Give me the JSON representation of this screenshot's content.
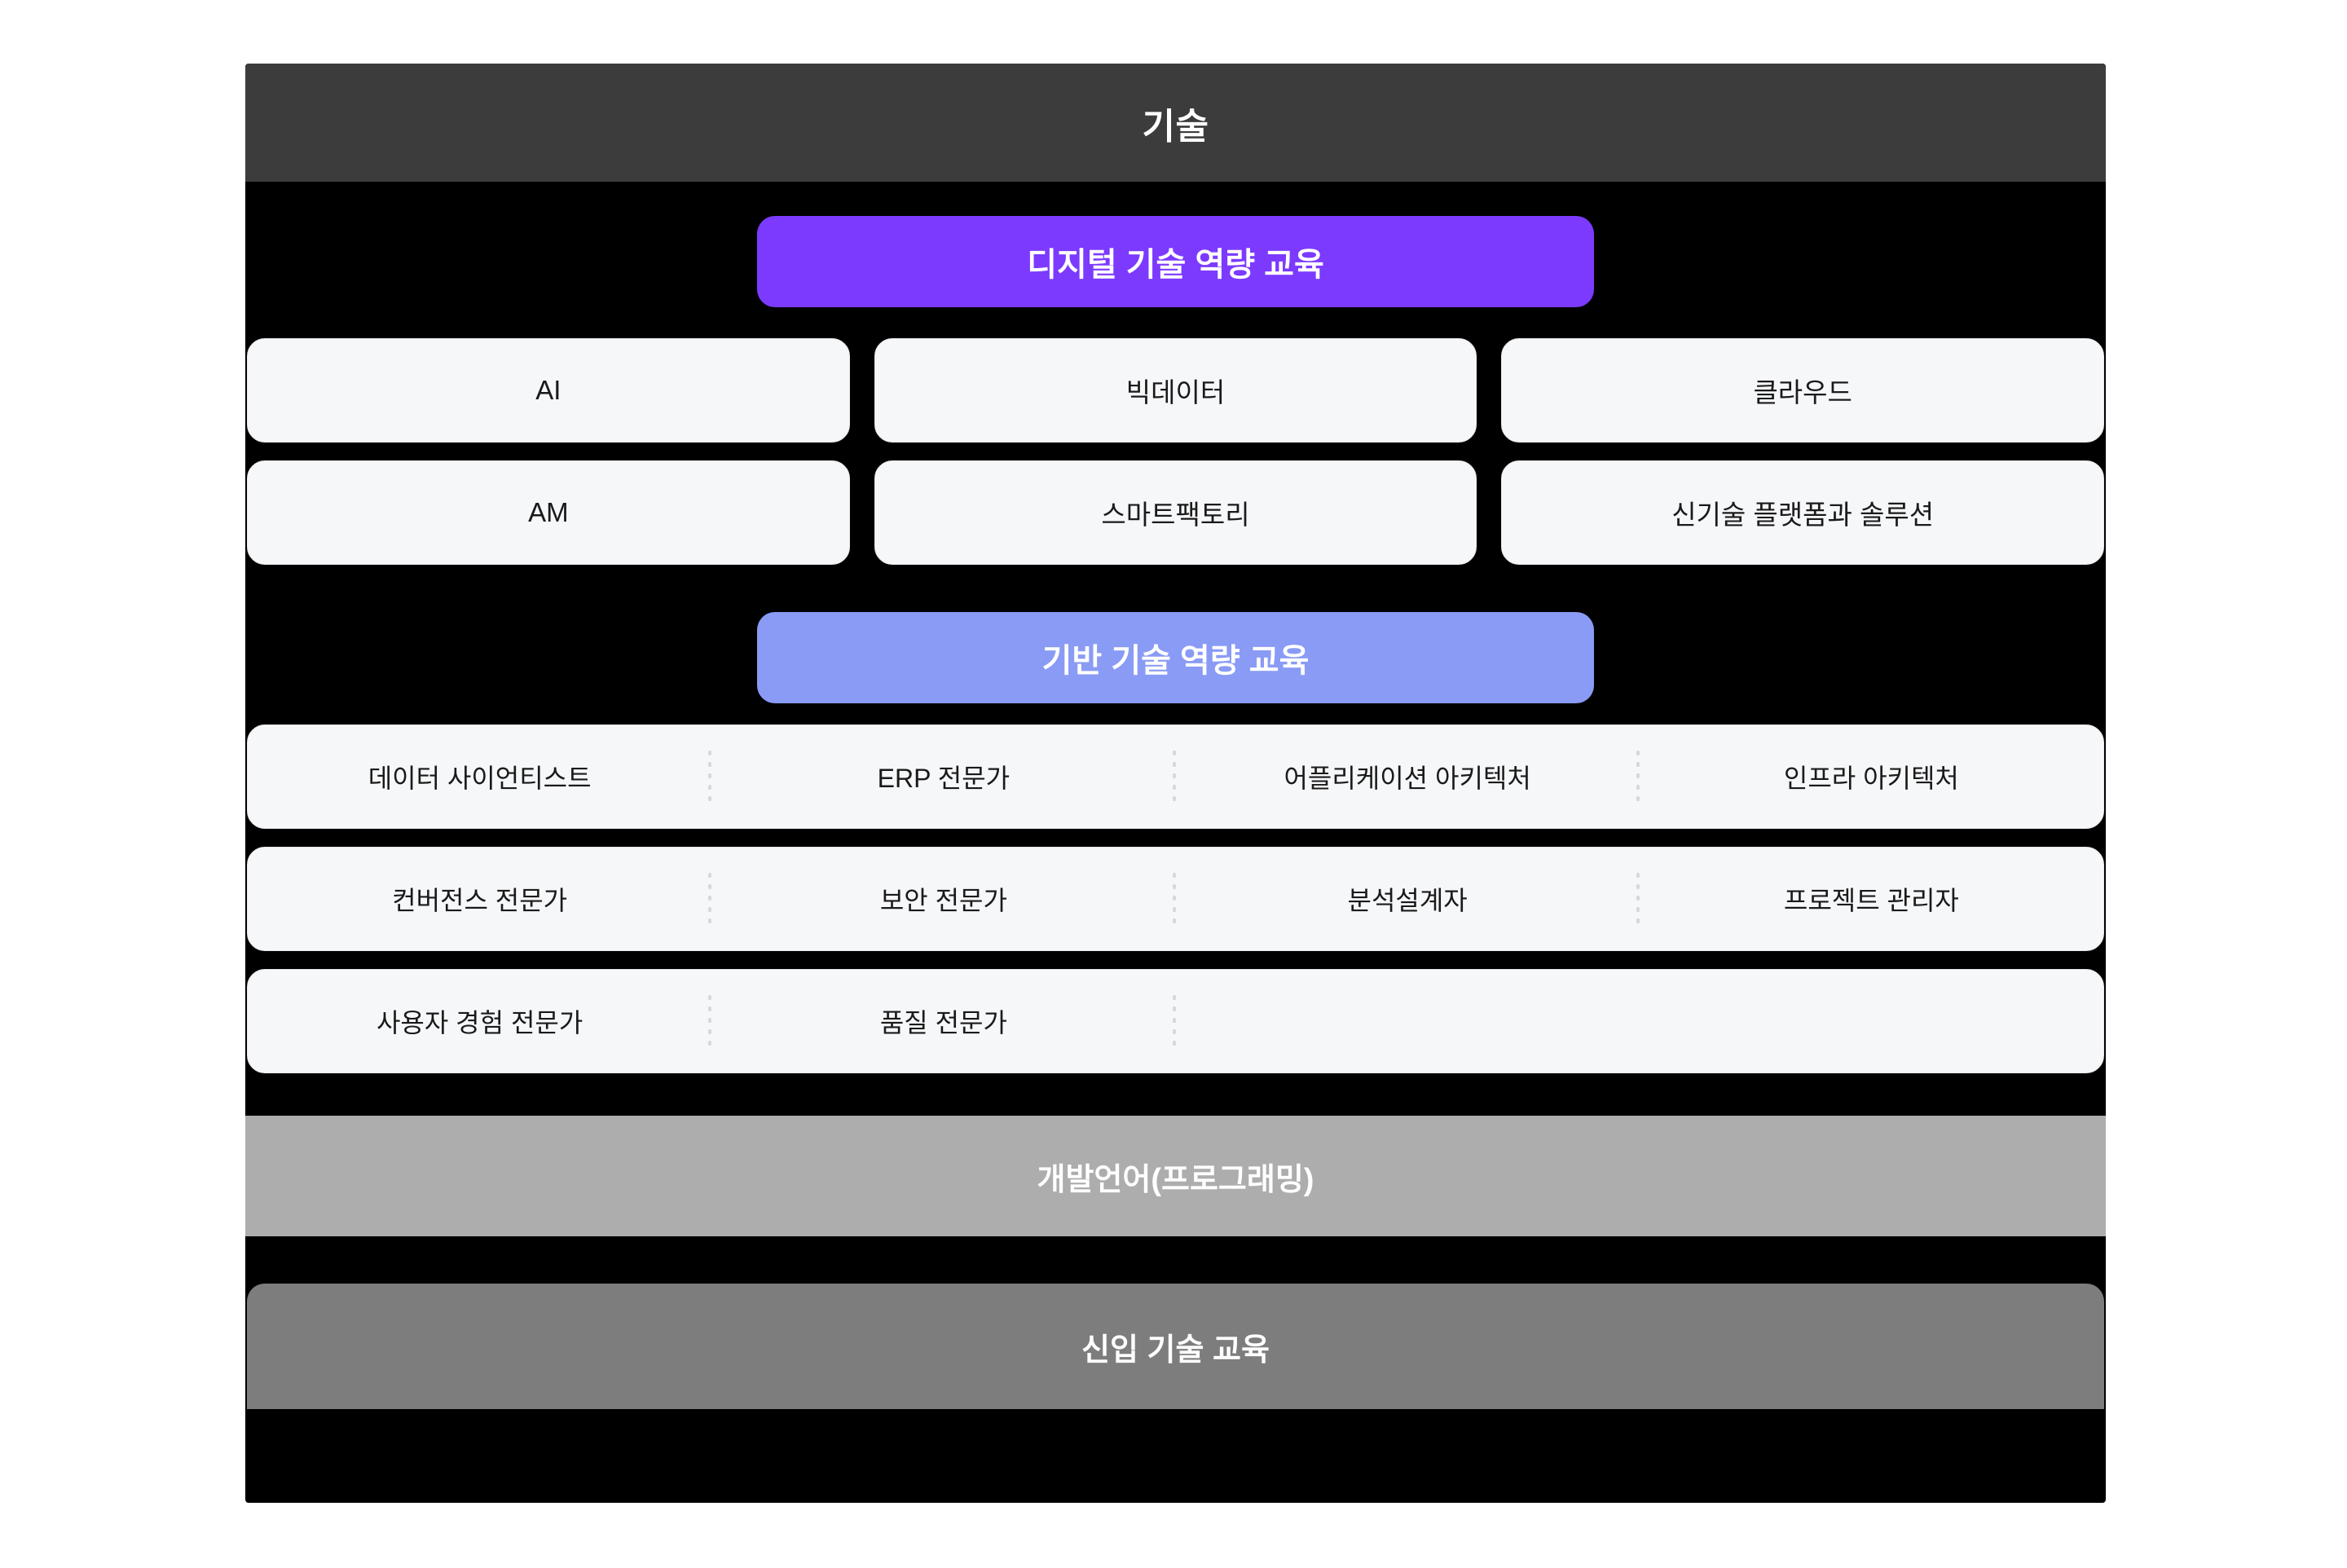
{
  "header": {
    "title": "기술"
  },
  "colors": {
    "board_bg": "#000000",
    "header_bg": "#3c3c3c",
    "digital_banner": "#7c3aff",
    "base_banner": "#8a9bf5",
    "card_bg": "#f6f7f9",
    "card_border": "#e6e7ea",
    "divider_dot": "#d5d8dc",
    "programming_bar": "#adadad",
    "newcomer_bar": "#7d7d7d",
    "text_dark": "#1a1a1a",
    "text_light": "#ffffff"
  },
  "sections": {
    "digital": {
      "banner_label": "디지털 기술 역량 교육",
      "cards": [
        "AI",
        "빅데이터",
        "클라우드",
        "AM",
        "스마트팩토리",
        "신기술 플랫폼과 솔루션"
      ]
    },
    "base": {
      "banner_label": "기반 기술 역량 교육",
      "rows": [
        {
          "cells": [
            "데이터 사이언티스트",
            "ERP 전문가",
            "어플리케이션 아키텍처",
            "인프라 아키텍처"
          ]
        },
        {
          "cells": [
            "컨버전스 전문가",
            "보안 전문가",
            "분석설계자",
            "프로젝트 관리자"
          ]
        },
        {
          "cells": [
            "사용자 경험 전문가",
            "품질 전문가",
            "",
            ""
          ]
        }
      ]
    }
  },
  "footer": {
    "programming_label": "개발언어(프로그래밍)",
    "newcomer_label": "신입 기술 교육"
  }
}
